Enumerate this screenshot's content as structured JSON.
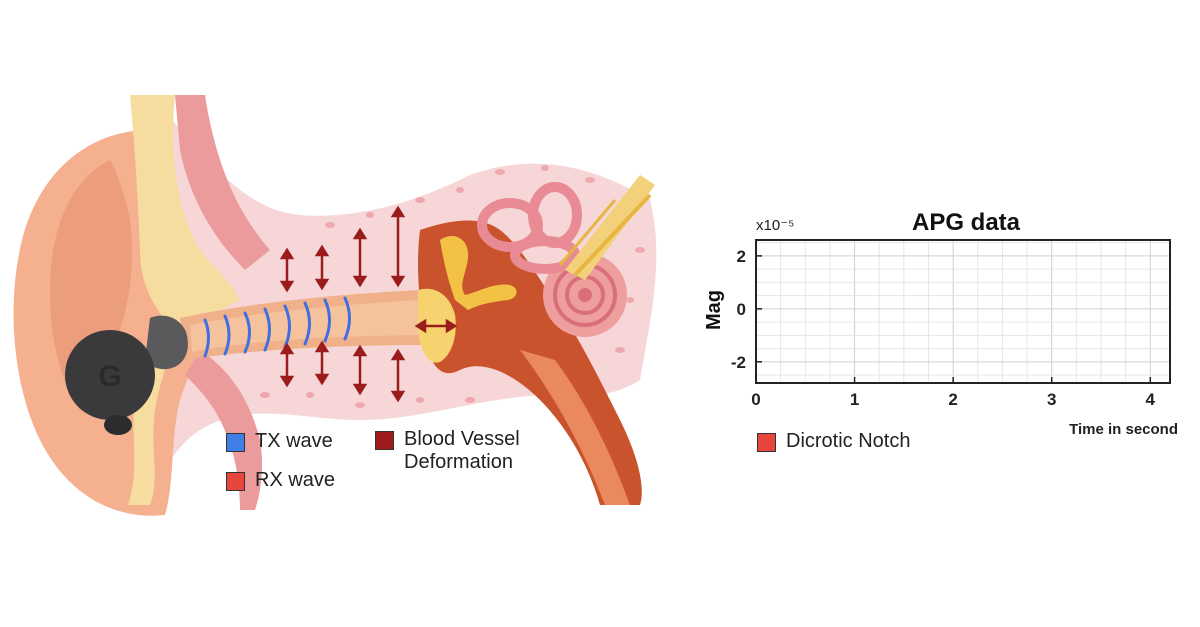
{
  "diagram": {
    "earbud_logo": "G",
    "legend": [
      {
        "label": "TX wave",
        "color": "#3f7fe6"
      },
      {
        "label": "RX wave",
        "color": "#e8453c"
      },
      {
        "label": "Blood Vessel Deformation",
        "label_line1": "Blood Vessel",
        "label_line2": "Deformation",
        "color": "#a01c1c"
      }
    ]
  },
  "chart_data": {
    "type": "line",
    "title": "APG data",
    "ylabel": "Mag",
    "xlabel": "Time in second",
    "y_exponent": "x10⁻⁵",
    "xlim": [
      0,
      4.2
    ],
    "ylim": [
      -2.8,
      2.6
    ],
    "x_ticks": [
      "0",
      "1",
      "2",
      "3",
      "4"
    ],
    "y_ticks": [
      "2",
      "0",
      "-2"
    ],
    "grid": true,
    "series": [],
    "legend": [
      {
        "label": "Dicrotic Notch",
        "color": "#e8453c"
      }
    ]
  }
}
